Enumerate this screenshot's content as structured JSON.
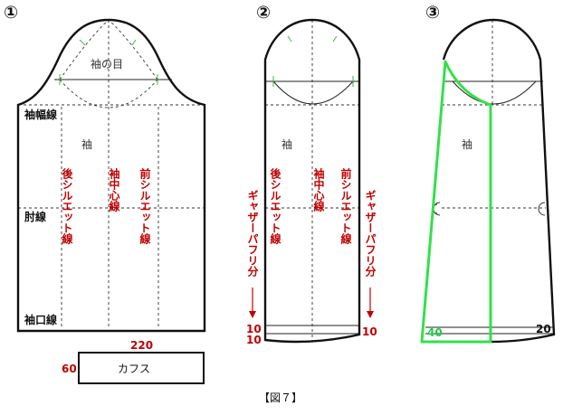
{
  "steps": [
    "①",
    "②",
    "③"
  ],
  "panel1": {
    "armhole": "袖の目",
    "sleeve_width_line": "袖幅線",
    "sleeve": "袖",
    "back_silhouette": "後シルエット線",
    "center_line": "袖中心線",
    "front_silhouette": "前シルエット線",
    "elbow_line": "肘線",
    "cuff_line": "袖口線"
  },
  "cuff": {
    "width": "220",
    "height": "60",
    "label": "カフス"
  },
  "panel2": {
    "sleeve": "袖",
    "back_silhouette": "後シルエット線",
    "center_line": "袖中心線",
    "front_silhouette": "前シルエット線",
    "gather_left": "ギャザーパフリ分",
    "gather_right": "ギャザーパフリ分",
    "num_a": "10",
    "num_b": "10",
    "num_right": "10"
  },
  "panel3": {
    "sleeve": "袖",
    "num_left": "40",
    "num_right": "20"
  },
  "caption": "【図７】",
  "colors": {
    "accent_red": "#c00000",
    "accent_green": "#33e04a",
    "outline": "#111111"
  }
}
